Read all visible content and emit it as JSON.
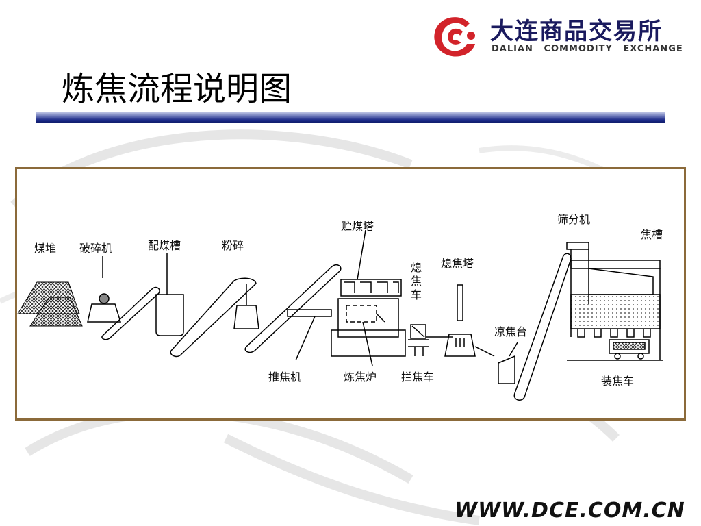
{
  "header": {
    "logo_cn": "大连商品交易所",
    "logo_en": "DALIAN COMMODITY EXCHANGE",
    "title": "炼焦流程说明图"
  },
  "diagram": {
    "labels": {
      "coal_pile": "煤堆",
      "crusher": "破碎机",
      "blending_bin": "配煤槽",
      "pulverize": "粉碎",
      "coal_tower": "贮煤塔",
      "quench_car_1": "熄",
      "quench_car_2": "焦",
      "quench_car_3": "车",
      "quench_tower": "熄焦塔",
      "screener": "筛分机",
      "coke_bin": "焦槽",
      "cooling_platform": "凉焦台",
      "pusher": "推焦机",
      "coke_oven": "炼焦炉",
      "coke_guide_car": "拦焦车",
      "loading_car": "装焦车"
    }
  },
  "footer": {
    "url": "WWW.DCE.COM.CN"
  },
  "colors": {
    "border": "#8b6a3a",
    "title_bar": "#1c2a88",
    "logo_red": "#d2232a"
  }
}
